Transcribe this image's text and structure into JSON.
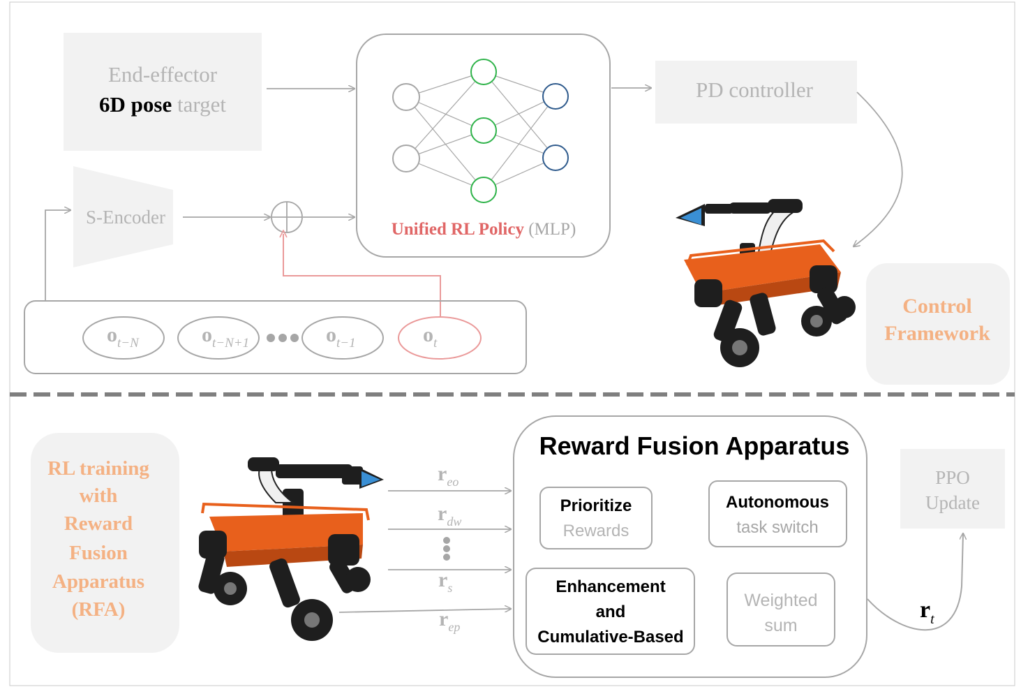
{
  "control": {
    "ee_line1": "End-effector",
    "ee_bold": "6D pose",
    "ee_rest": " target",
    "encoder": "S-Encoder",
    "policy_red": "Unified RL Policy",
    "policy_gray": " (MLP)",
    "pd": "PD controller",
    "framework_line1": "Control",
    "framework_line2": "Framework",
    "obs": [
      {
        "base": "o",
        "sub": "t−N"
      },
      {
        "base": "o",
        "sub": "t−N+1"
      },
      {
        "base": "o",
        "sub": "t−1"
      },
      {
        "base": "o",
        "sub": "t"
      }
    ]
  },
  "training": {
    "label_lines": [
      "RL training",
      "with",
      "Reward",
      "Fusion",
      "Apparatus",
      "(RFA)"
    ],
    "rfa_title": "Reward Fusion Apparatus",
    "prioritize_1": "Prioritize",
    "prioritize_2": "Rewards",
    "autonomous_1": "Autonomous",
    "autonomous_2": "task switch",
    "enh_1": "Enhancement",
    "enh_2": "and",
    "enh_3": "Cumulative-Based",
    "weighted_1": "Weighted",
    "weighted_2": "sum",
    "ppo_1": "PPO",
    "ppo_2": "Update",
    "rewards": [
      {
        "base": "r",
        "sub": "eo"
      },
      {
        "base": "r",
        "sub": "dw"
      },
      {
        "base": "r",
        "sub": "s"
      },
      {
        "base": "r",
        "sub": "ep"
      }
    ],
    "output": {
      "base": "r",
      "sub": "t"
    }
  },
  "colors": {
    "gray_text": "#b4b4b4",
    "orange_text": "#f4b183",
    "red_text": "#e06666",
    "green_node": "#2fb34a",
    "blue_node": "#2e5a8c",
    "robot_orange": "#e8601c"
  }
}
